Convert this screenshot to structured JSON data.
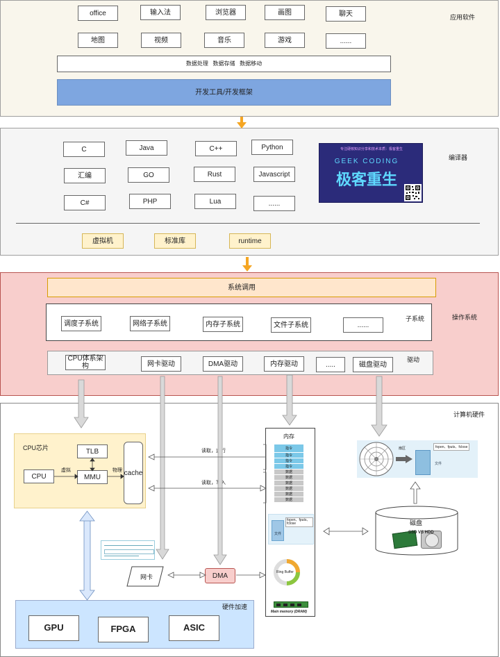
{
  "apps": {
    "side_label": "应用软件",
    "row1": [
      "office",
      "输入法",
      "浏览器",
      "画图",
      "聊天"
    ],
    "row2": [
      "地图",
      "视频",
      "音乐",
      "游戏",
      "......"
    ],
    "data_bar": "数据处理   数据存储   数据移动",
    "dev_bar": "开发工具/开发框架"
  },
  "compiler": {
    "side_label": "编译器",
    "langs": [
      "C",
      "Java",
      "C++",
      "Python",
      "汇编",
      "GO",
      "Rust",
      "Javascript",
      "C#",
      "PHP",
      "Lua",
      "......"
    ],
    "runtime": [
      "虚拟机",
      "标准库",
      "runtime"
    ],
    "banner_top": "专注硬核知识分享和技术本质：极客重生",
    "banner_en": "GEEK  CODING",
    "banner_cn": "极客重生"
  },
  "os": {
    "side_label": "操作系统",
    "syscall": "系统调用",
    "subsystem_label": "子系统",
    "subsystems": [
      "调度子系统",
      "网络子系统",
      "内存子系统",
      "文件子系统",
      "......"
    ],
    "driver_label": "驱动",
    "drivers": [
      "CPU体系架构",
      "网卡驱动",
      "DMA驱动",
      "内存驱动",
      ".....",
      "磁盘驱动"
    ]
  },
  "hw": {
    "side_label": "计算机硬件",
    "cpu_chip": "CPU芯片",
    "cpu": "CPU",
    "tlb": "TLB",
    "mmu": "MMU",
    "cache": "cache",
    "virtual": "虚拟",
    "physical": "物理",
    "read_run": "读取，运行",
    "read_write": "读取，写入",
    "memory": "内存",
    "mem_cmd": "指令",
    "mem_data": "数据",
    "mem_file_name": "文件",
    "mem_file_funcs": "fopen、fputs、fclose",
    "ring_buffer": "Ring Buffer",
    "main_memory": "Main memory (DRAM)",
    "disk": "磁盘",
    "ssd_hdd": "SSD VS HDD",
    "sector": "扇区",
    "file_label": "文件",
    "file_funcs": "fopen、fputs、fclose",
    "nic": "网卡",
    "dma": "DMA",
    "accel_label": "硬件加速",
    "accel": [
      "GPU",
      "FPGA",
      "ASIC"
    ]
  }
}
